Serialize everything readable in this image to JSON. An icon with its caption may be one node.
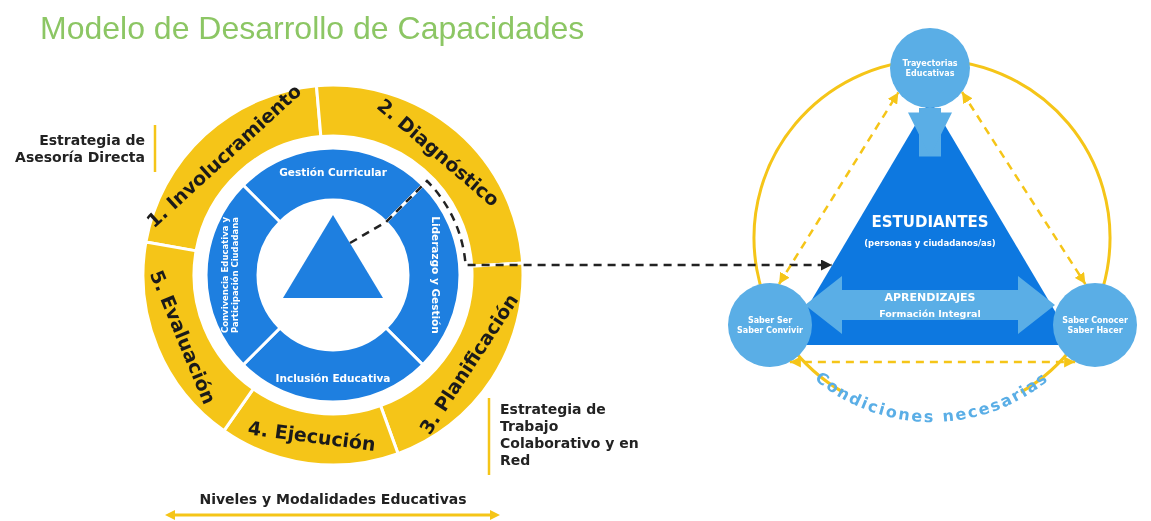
{
  "diagram": {
    "title": "Modelo de Desarrollo de Capacidades",
    "nodes": [
      {
        "text": [
          "1. Involucramiento"
        ]
      },
      {
        "text": [
          "2. Diagnóstico"
        ]
      },
      {
        "text": [
          "3. Planificación"
        ]
      },
      {
        "text": [
          "4. Ejecución"
        ]
      },
      {
        "text": [
          "5. Evaluación"
        ]
      },
      {
        "text": [
          "Gestión Curricular"
        ]
      },
      {
        "text": [
          "Liderazgo y Gestión"
        ]
      },
      {
        "text": [
          "Inclusión Educativa"
        ]
      },
      {
        "text": [
          "Convivencia Educativa y Participación Ciudadana"
        ]
      },
      {
        "text": [],
        "shape": "triangle"
      },
      {
        "text": [
          "ESTUDIANTES",
          "(personas y ciudadanos/as)"
        ]
      },
      {
        "text": [
          "APRENDIZAJES",
          "Formación Integral"
        ],
        "in": 10
      },
      {
        "text": [
          "Trayectorias Educativas"
        ]
      },
      {
        "text": [
          "Saber Ser Saber Convivir"
        ]
      },
      {
        "text": [
          "Saber Conocer Saber Hacer"
        ]
      }
    ],
    "edges": [
      {
        "from": 9,
        "to": 10,
        "arrow": "to",
        "style": "dashed",
        "color": "#222222"
      },
      {
        "from": 12,
        "to": 10,
        "arrow": "to",
        "style": "thick",
        "color": "#5aaee6"
      },
      {
        "from": 13,
        "to": 12,
        "arrow": "both",
        "style": "dashed",
        "color": "#f5c518"
      },
      {
        "from": 12,
        "to": 14,
        "arrow": "both",
        "style": "dashed",
        "color": "#f5c518"
      },
      {
        "from": 13,
        "to": 14,
        "arrow": "both",
        "style": "dashed",
        "color": "#f5c518"
      }
    ],
    "labels": [
      "Estrategia de Asesoría Directa",
      "Estrategia de Trabajo Colaborativo y en Red",
      "Niveles y Modalidades Educativas",
      "Condiciones necesarias"
    ]
  }
}
